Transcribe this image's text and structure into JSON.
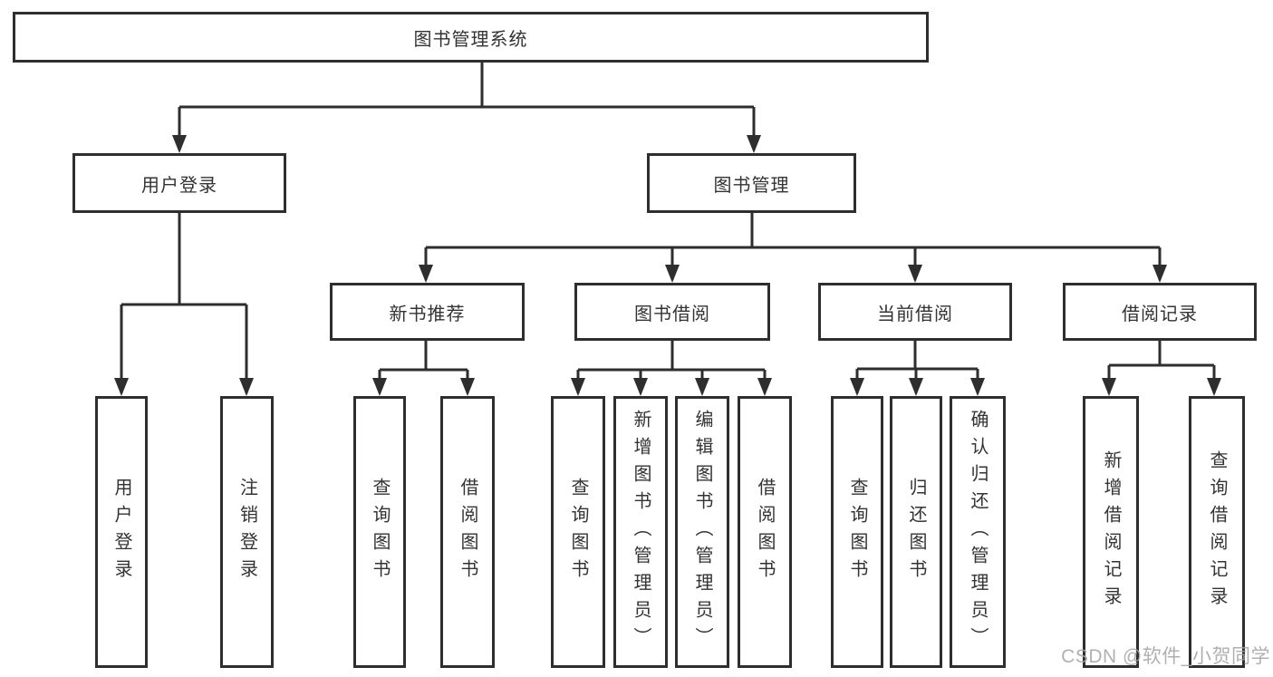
{
  "colors": {
    "line": "#2e2e2e",
    "text": "#333333",
    "background": "#ffffff",
    "watermark": "#a6a6a6"
  },
  "watermark": {
    "text": "CSDN @软件_小贺同学"
  },
  "tree": {
    "root": "图书管理系统",
    "level2": [
      {
        "label": "用户登录",
        "children": [
          {
            "label": "用户登录"
          },
          {
            "label": "注销登录"
          }
        ]
      },
      {
        "label": "图书管理",
        "children": [
          {
            "label": "新书推荐",
            "children": [
              {
                "label": "查询图书"
              },
              {
                "label": "借阅图书"
              }
            ]
          },
          {
            "label": "图书借阅",
            "children": [
              {
                "label": "查询图书"
              },
              {
                "label": "新增图书（管理员）"
              },
              {
                "label": "编辑图书（管理员）"
              },
              {
                "label": "借阅图书"
              }
            ]
          },
          {
            "label": "当前借阅",
            "children": [
              {
                "label": "查询图书"
              },
              {
                "label": "归还图书"
              },
              {
                "label": "确认归还（管理员）"
              }
            ]
          },
          {
            "label": "借阅记录",
            "children": [
              {
                "label": "新增借阅记录"
              },
              {
                "label": "查询借阅记录"
              }
            ]
          }
        ]
      }
    ]
  }
}
